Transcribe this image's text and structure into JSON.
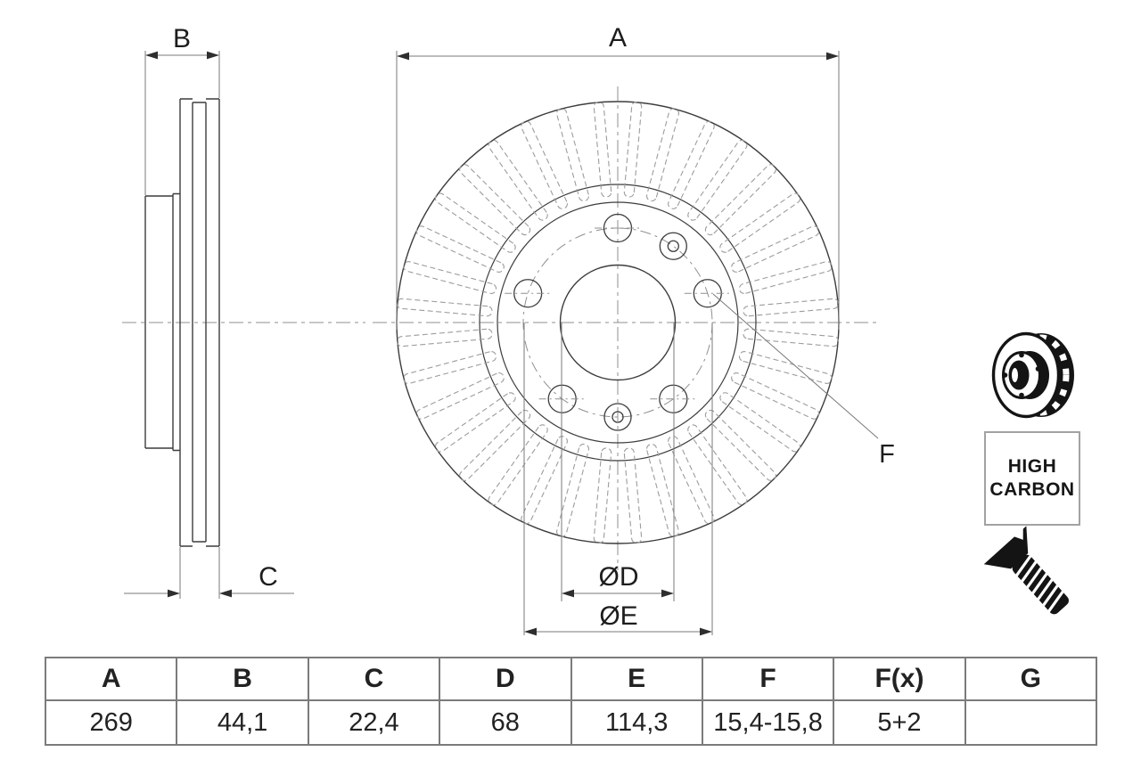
{
  "drawing": {
    "labels": {
      "a": "A",
      "b": "B",
      "c": "C",
      "f": "F",
      "d": "ØD",
      "e": "ØE"
    }
  },
  "badge": {
    "line1": "HIGH",
    "line2": "CARBON"
  },
  "icons": {
    "disc": "brake-disc-3d-icon",
    "screw": "countersunk-screw-icon"
  },
  "table": {
    "headers": [
      "A",
      "B",
      "C",
      "D",
      "E",
      "F",
      "F(x)",
      "G"
    ],
    "values": [
      "269",
      "44,1",
      "22,4",
      "68",
      "114,3",
      "15,4-15,8",
      "5+2",
      ""
    ]
  },
  "colors": {
    "outline": "#3c3c3c",
    "dim_line": "#7a7a7a",
    "arrow": "#2e2e2e",
    "centerline": "#8f8f8f",
    "slot": "#9c9c9c",
    "icon_black": "#141414",
    "table_border": "#7b7b7b",
    "text": "#1d1d1d"
  }
}
